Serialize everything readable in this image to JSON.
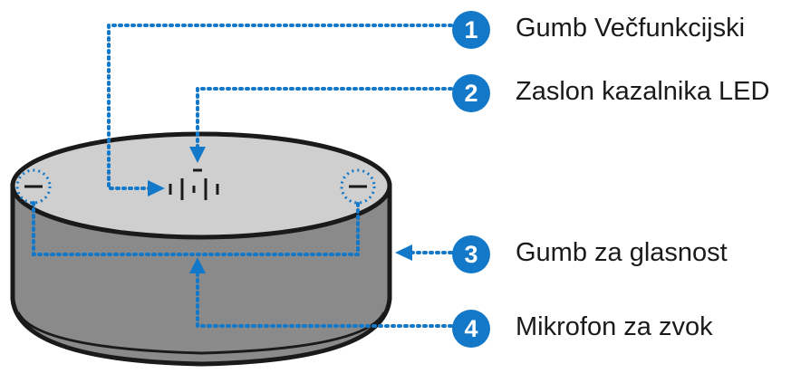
{
  "accent_color": "#1478c8",
  "speaker": {
    "body_color": "#8a8a8a",
    "top_color": "#cfcfcf",
    "outline_color": "#1a1a1a"
  },
  "callouts": [
    {
      "number": "1",
      "label": "Gumb Večfunkcijski"
    },
    {
      "number": "2",
      "label": "Zaslon kazalnika LED"
    },
    {
      "number": "3",
      "label": "Gumb za glasnost"
    },
    {
      "number": "4",
      "label": "Mikrofon za zvok"
    }
  ]
}
